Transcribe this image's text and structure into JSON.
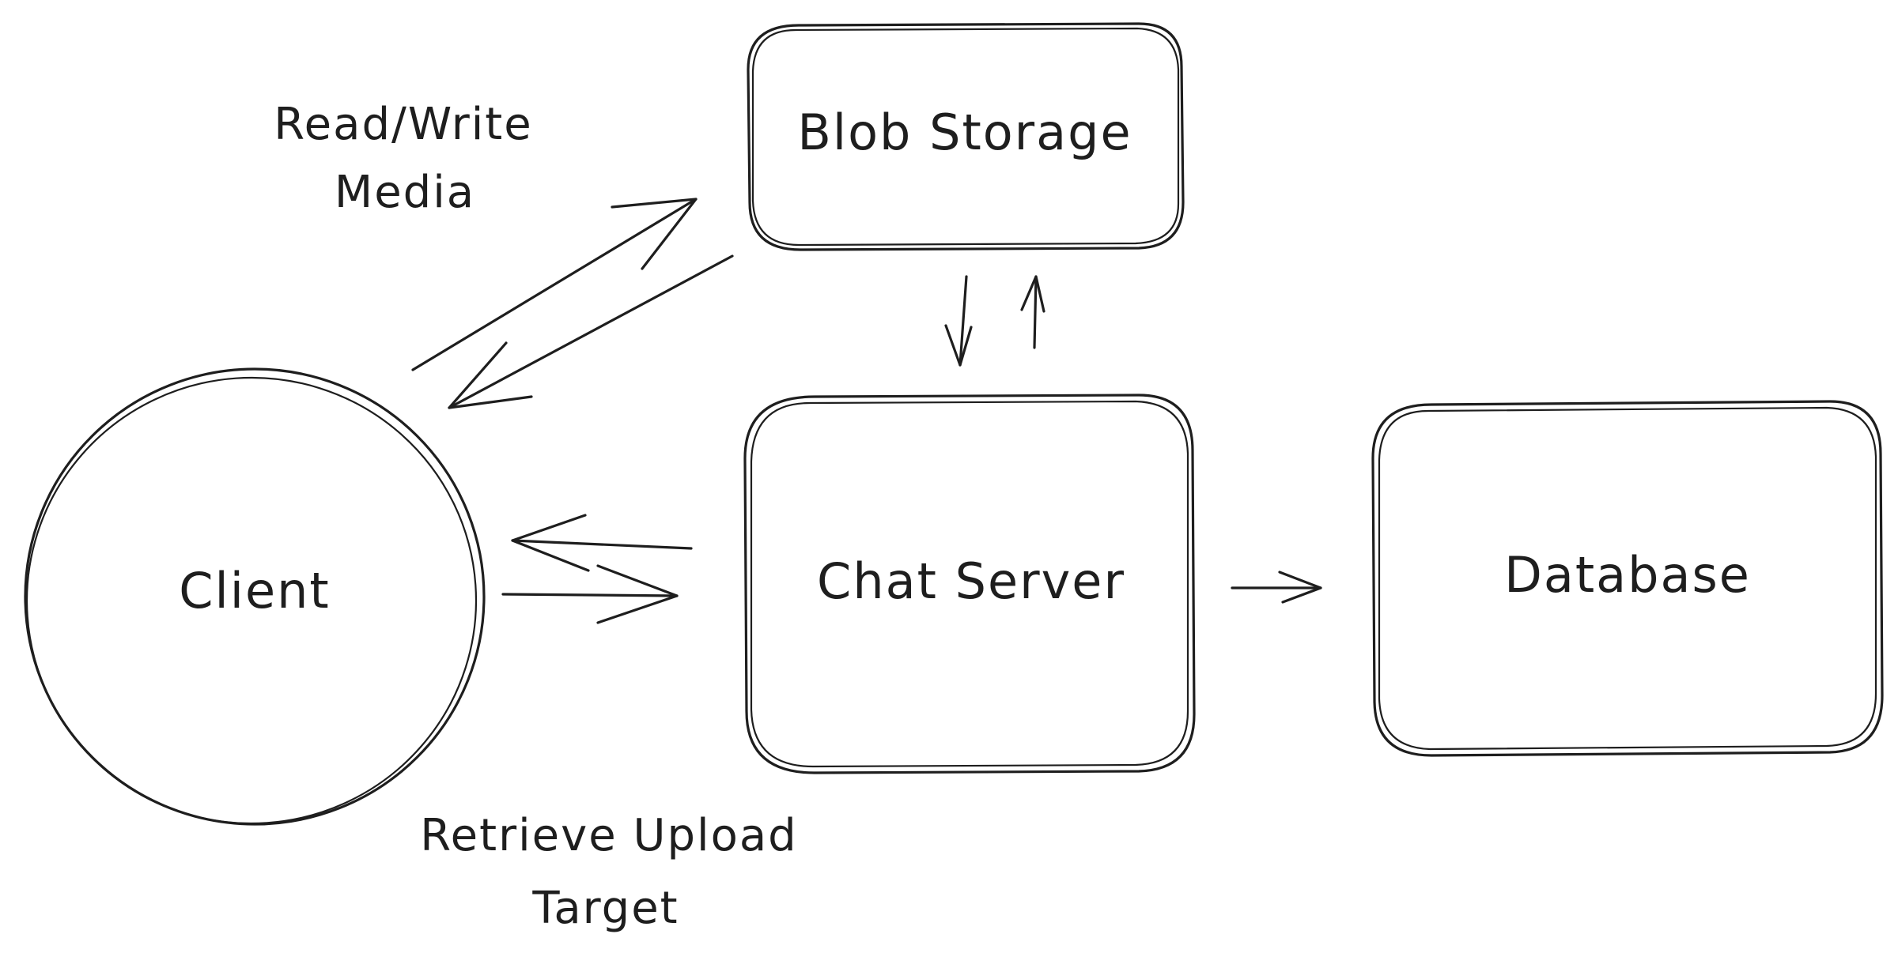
{
  "nodes": {
    "blob_storage": "Blob Storage",
    "client": "Client",
    "chat_server": "Chat Server",
    "database": "Database"
  },
  "edge_labels": {
    "read_write_line1": "Read/Write",
    "read_write_line2": "Media",
    "retrieve_line1": "Retrieve Upload",
    "retrieve_line2": "Target"
  },
  "colors": {
    "stroke": "#1e1e1e",
    "background": "#ffffff"
  }
}
